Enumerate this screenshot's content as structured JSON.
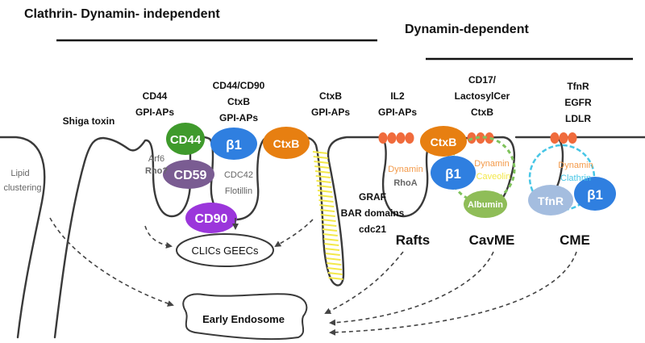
{
  "headers": {
    "independent": "Clathrin- Dynamin- independent",
    "dependent": "Dynamin-dependent"
  },
  "labels": {
    "shiga": "Shiga toxin",
    "lipid_1": "Lipid",
    "lipid_2": "clustering",
    "cd44_gpi_1": "CD44",
    "cd44_gpi_2": "GPI-APs",
    "cd90_1": "CD44/CD90",
    "cd90_2": "CtxB",
    "cd90_3": "GPI-APs",
    "ctxb_gpi_1": "CtxB",
    "ctxb_gpi_2": "GPI-APs",
    "il2_1": "IL2",
    "il2_2": "GPI-APs",
    "cd17_1": "CD17/",
    "cd17_2": "LactosylCer",
    "cd17_3": "CtxB",
    "tfnr_1": "TfnR",
    "tfnr_2": "EGFR",
    "tfnr_3": "LDLR",
    "arf6": "Arf6",
    "rho": "Rho?",
    "cdc42": "CDC42",
    "flotillin": "Flotillin",
    "graf_1": "GRAF",
    "graf_2": "BAR domains",
    "graf_3": "cdc21",
    "dynamin_rafts": "Dynamin",
    "rhoa": "RhoA",
    "dynamin_cav": "Dynamin",
    "caveolin": "Caveolin",
    "dynamin_cme": "Dynamin",
    "clathrin": "Clathrin",
    "rafts": "Rafts",
    "cavme": "CavME",
    "cme": "CME",
    "clics": "CLICs GEECs",
    "early_endosome": "Early Endosome"
  },
  "molecules": {
    "cd44": "CD44",
    "cd59": "CD59",
    "b1_a": "β1",
    "ctxb_a": "CtxB",
    "cd90": "CD90",
    "ctxb_b": "CtxB",
    "b1_b": "β1",
    "albumin": "Albumin",
    "tfnr": "TfnR",
    "b1_c": "β1"
  },
  "colors": {
    "cd44": "#3f9a2c",
    "cd59": "#7a5c92",
    "beta1": "#2f7fe0",
    "ctxb": "#e77f11",
    "cd90": "#9b36db",
    "albumin": "#8fbd58",
    "tfnr": "#a4bddf",
    "raft": "#f06b3c",
    "dynamin": "#f39a4a",
    "clathrin": "#47c6e6",
    "bar_domain": "#f3e84a",
    "membrane": "#3a3a3a"
  }
}
